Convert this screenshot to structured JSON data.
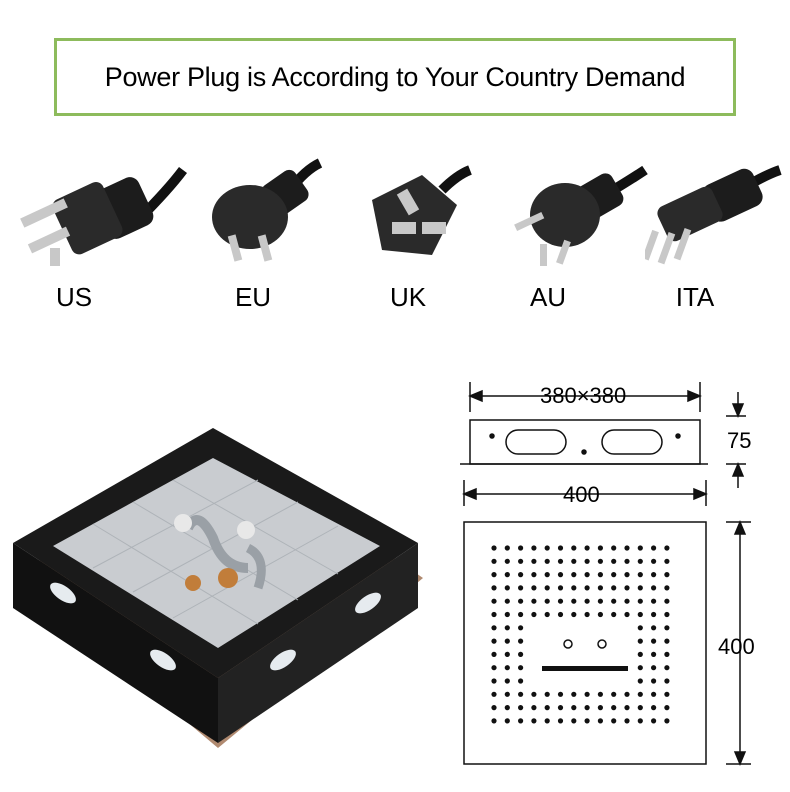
{
  "banner": {
    "title": "Power Plug is According to Your Country Demand"
  },
  "plugs": [
    {
      "code": "US"
    },
    {
      "code": "EU"
    },
    {
      "code": "UK"
    },
    {
      "code": "AU"
    },
    {
      "code": "ITA"
    }
  ],
  "dimensions": {
    "top_width": "380×380",
    "height": "75",
    "side_width": "400",
    "face_height": "400"
  }
}
